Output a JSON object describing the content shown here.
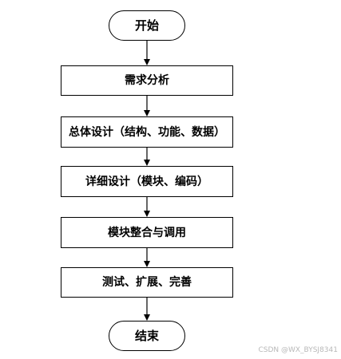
{
  "flowchart": {
    "start": "开始",
    "steps": [
      "需求分析",
      "总体设计（结构、功能、数据）",
      "详细设计（模块、编码）",
      "模块整合与调用",
      "测试、扩展、完善"
    ],
    "end": "结束"
  },
  "watermark": "CSDN @WX_BYSJ8341"
}
